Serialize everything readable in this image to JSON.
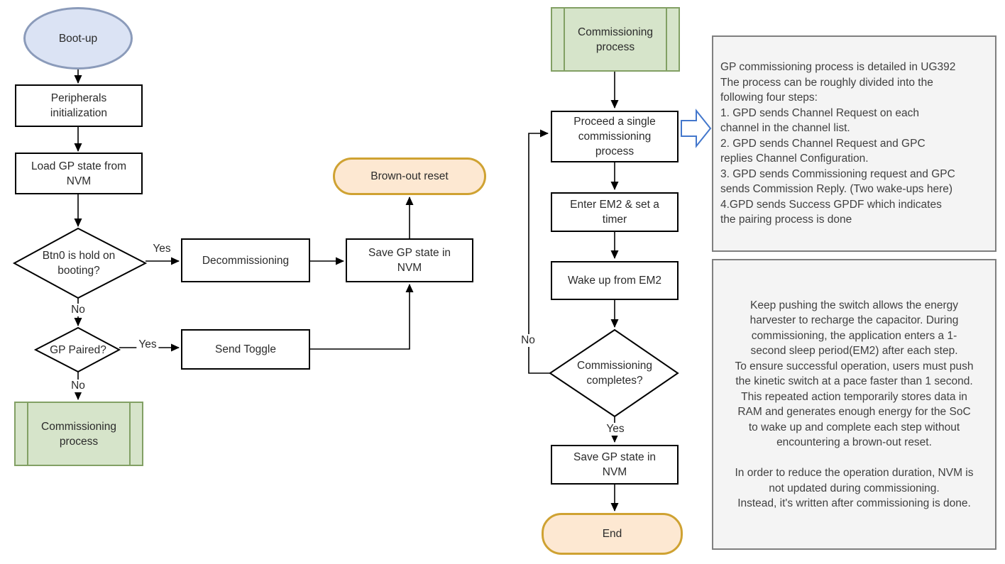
{
  "colors": {
    "terminator_blue_fill": "#dbe3f4",
    "terminator_blue_border": "#8b9bba",
    "terminator_orange_fill": "#fde8d2",
    "terminator_orange_border": "#cfa232",
    "predefined_green_fill": "#d6e4ca",
    "predefined_green_border": "#82a064",
    "note_fill": "#f4f4f4",
    "note_border": "#7f7f7f",
    "line_black": "#000000",
    "callout_arrow_blue": "#4377cc"
  },
  "left_flow": {
    "boot_up": "Boot-up",
    "peripherals_init": "Peripherals initialization",
    "load_gp_state": "Load GP state from NVM",
    "btn0_decision": "Btn0 is hold on booting?",
    "btn0_yes": "Yes",
    "btn0_no": "No",
    "decommissioning": "Decommissioning",
    "save_gp_state": "Save GP state in NVM",
    "brown_out_reset": "Brown-out reset",
    "gp_paired_decision": "GP Paired?",
    "gp_paired_yes": "Yes",
    "gp_paired_no": "No",
    "send_toggle": "Send Toggle",
    "commissioning_process": "Commissioning process"
  },
  "right_flow": {
    "commissioning_process": "Commissioning process",
    "proceed_single": "Proceed a single commissioning process",
    "enter_em2": "Enter EM2 & set a timer",
    "wake_up": "Wake up from EM2",
    "completes_decision": "Commissioning completes?",
    "completes_no": "No",
    "completes_yes": "Yes",
    "save_gp_state": "Save GP state in NVM",
    "end": "End"
  },
  "notes": {
    "commissioning_steps": {
      "lines": [
        "GP commissioning process is detailed in UG392",
        "The process can be roughly divided into the",
        "following four steps:",
        "1. GPD sends Channel Request on each",
        "channel in the channel list.",
        "2. GPD sends Channel Request and GPC",
        "replies Channel Configuration.",
        "3. GPD sends Commissioning request and GPC",
        "sends Commission Reply. (Two wake-ups here)",
        "4.GPD sends Success GPDF which indicates",
        "the pairing process is done"
      ]
    },
    "energy_note": {
      "lines": [
        "Keep pushing the switch allows the energy",
        "harvester to recharge the capacitor. During",
        "commissioning, the application enters a 1-",
        "second sleep period(EM2) after each step.",
        "To ensure successful operation, users must push",
        "the kinetic switch at a pace faster than 1 second.",
        "This repeated action temporarily stores data in",
        "RAM and generates enough energy for the SoC",
        "to wake up and complete each step without",
        "encountering a brown-out reset.",
        "",
        "In order to reduce the operation duration, NVM is",
        "not updated during commissioning.",
        "Instead, it's written after commissioning is done."
      ]
    }
  }
}
